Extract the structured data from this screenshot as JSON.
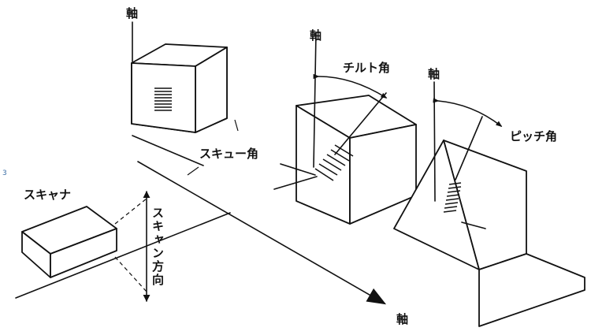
{
  "labels": {
    "axis_top_left": "軸",
    "axis_middle": "軸",
    "axis_right": "軸",
    "axis_bottom": "軸",
    "tilt_angle": "チルト角",
    "pitch_angle": "ピッチ角",
    "skew_angle": "スキュー角",
    "scanner": "スキャナ",
    "scan_direction": "スキャン方向",
    "margin_mark": "3"
  }
}
